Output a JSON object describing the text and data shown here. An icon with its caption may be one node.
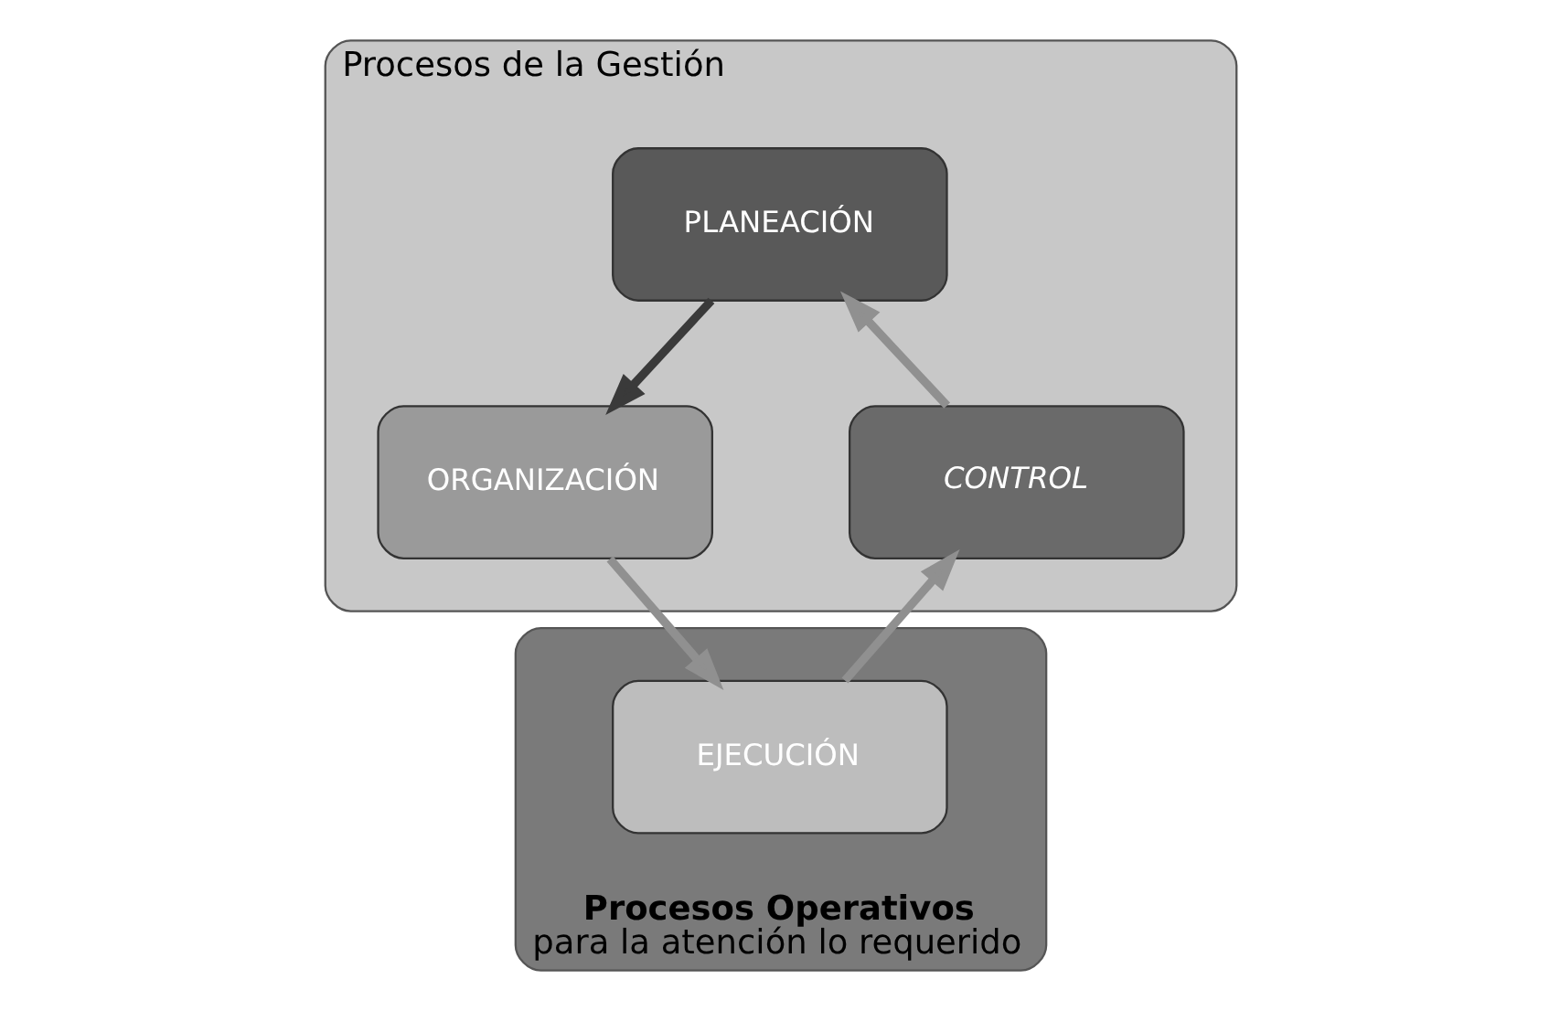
{
  "diagram": {
    "nodes": [
      {
        "text": [
          "Procesos de la Gestión"
        ]
      },
      {
        "text": [
          "PLANEACIÓN"
        ],
        "in": 0
      },
      {
        "text": [
          "ORGANIZACIÓN"
        ],
        "in": 0
      },
      {
        "text": [
          "CONTROL"
        ],
        "in": 0
      },
      {
        "text": [
          "Procesos Operativos",
          "para la atención lo requerido"
        ]
      },
      {
        "text": [
          "EJECUCIÓN"
        ],
        "in": 4
      }
    ],
    "edges": [
      {
        "from": 3,
        "to": 1,
        "arrow": "to"
      },
      {
        "from": 1,
        "to": 2,
        "arrow": "to",
        "color": "#3a3a3a"
      },
      {
        "from": 2,
        "to": 5,
        "arrow": "to"
      },
      {
        "from": 5,
        "to": 3,
        "arrow": "to"
      }
    ]
  }
}
